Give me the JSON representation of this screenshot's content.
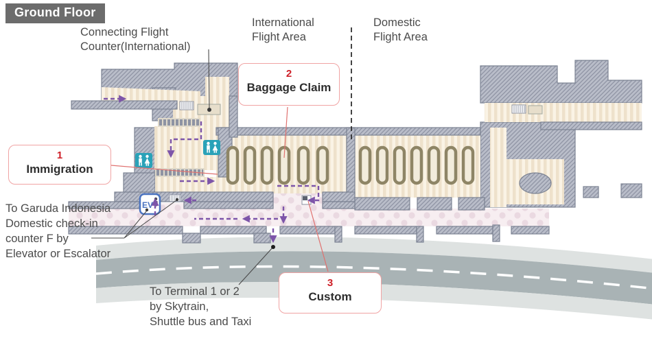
{
  "title_badge": {
    "label": "Ground Floor"
  },
  "area_labels": {
    "international": [
      "International",
      "Flight Area"
    ],
    "domestic": [
      "Domestic",
      "Flight Area"
    ]
  },
  "map_labels": {
    "connecting_counter": [
      "Connecting Flight",
      "Counter(International)"
    ],
    "garuda": [
      "To Garuda Indonesia",
      "Domestic check-in",
      "counter F by",
      "Elevator or Escalator"
    ],
    "terminal_transfer": [
      "To Terminal 1 or 2",
      "by Skytrain,",
      "Shuttle bus and Taxi"
    ]
  },
  "callouts": [
    {
      "number": "1",
      "label": "Immigration"
    },
    {
      "number": "2",
      "label": "Baggage Claim"
    },
    {
      "number": "3",
      "label": "Custom"
    }
  ],
  "icons": {
    "elevator_label": "EV",
    "restroom": "restroom-icon",
    "elevator": "elevator-icon",
    "escalator": "escalator-icon"
  },
  "colors": {
    "callout_number": "#ce1f27",
    "callout_border": "#f0a3a3",
    "flow_arrow": "#7d55a9",
    "restroom_teal": "#2aa2b8",
    "elevator_blue": "#4a73c0",
    "wall_fill": "#b9bdc9",
    "floor_cream": "#faf3e5",
    "arrivals_pink": "#f7eef1",
    "road_gray": "#a9b3b5"
  }
}
